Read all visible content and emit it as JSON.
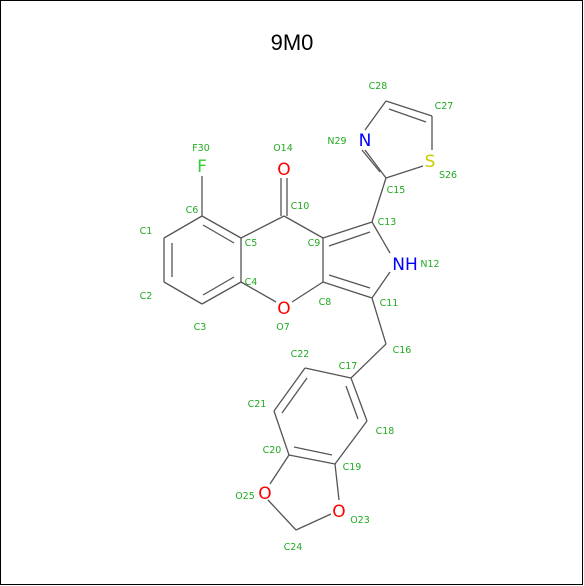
{
  "title": "9M0",
  "colors": {
    "carbon_bond": "#555555",
    "oxygen": "#ff0000",
    "nitrogen": "#0000ff",
    "sulfur": "#cccc00",
    "fluorine": "#33cc33",
    "label": "#22aa22"
  },
  "atoms": {
    "F": "F",
    "O": "O",
    "N": "N",
    "NH": "NH",
    "S": "S"
  },
  "labels": {
    "F30": "F30",
    "O14": "O14",
    "C10": "C10",
    "C6": "C6",
    "C1": "C1",
    "C5": "C5",
    "C9": "C9",
    "C13": "C13",
    "C15": "C15",
    "N29": "N29",
    "C28": "C28",
    "C27": "C27",
    "S26": "S26",
    "N12": "N12",
    "C4": "C4",
    "C2": "C2",
    "C3": "C3",
    "O7": "O7",
    "C8": "C8",
    "C11": "C11",
    "C16": "C16",
    "C22": "C22",
    "C17": "C17",
    "C21": "C21",
    "C18": "C18",
    "C20": "C20",
    "C19": "C19",
    "O25": "O25",
    "O23": "O23",
    "C24": "C24"
  }
}
